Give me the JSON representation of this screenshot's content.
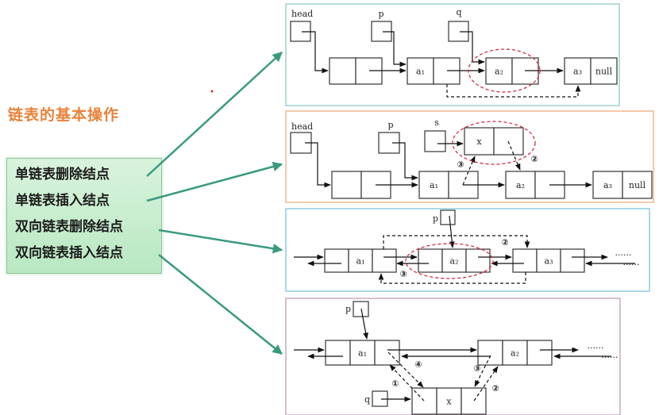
{
  "title": "链表的基本操作",
  "operations": [
    "单链表删除结点",
    "单链表插入结点",
    "双向链表删除结点",
    "双向链表插入结点"
  ],
  "diagrams": {
    "single_delete": {
      "pointers": [
        "head",
        "p",
        "q"
      ],
      "nodes": [
        "a₁",
        "a₂",
        "a₃"
      ],
      "null": "null"
    },
    "single_insert": {
      "pointers": [
        "head",
        "p",
        "s"
      ],
      "nodes": [
        "a₁",
        "a₂",
        "a₃",
        "x"
      ],
      "null": "null",
      "steps": [
        "③",
        "②"
      ]
    },
    "double_delete": {
      "pointers": [
        "p"
      ],
      "nodes": [
        "a₁",
        "a₂",
        "a₃"
      ],
      "steps": [
        "②",
        "③"
      ],
      "ellipsis": "······"
    },
    "double_insert": {
      "pointers": [
        "p",
        "q"
      ],
      "nodes": [
        "a₁",
        "a₂",
        "x"
      ],
      "steps": [
        "①",
        "②",
        "③",
        "④"
      ],
      "ellipsis": "······"
    }
  },
  "colors": {
    "title": "#e8823a",
    "arrow": "#3a9a80",
    "highlight": "#d03040",
    "panel1": "#9fd0c8",
    "panel2": "#f0b890",
    "panel3": "#8ccde0",
    "panel4": "#c8a8c0"
  }
}
